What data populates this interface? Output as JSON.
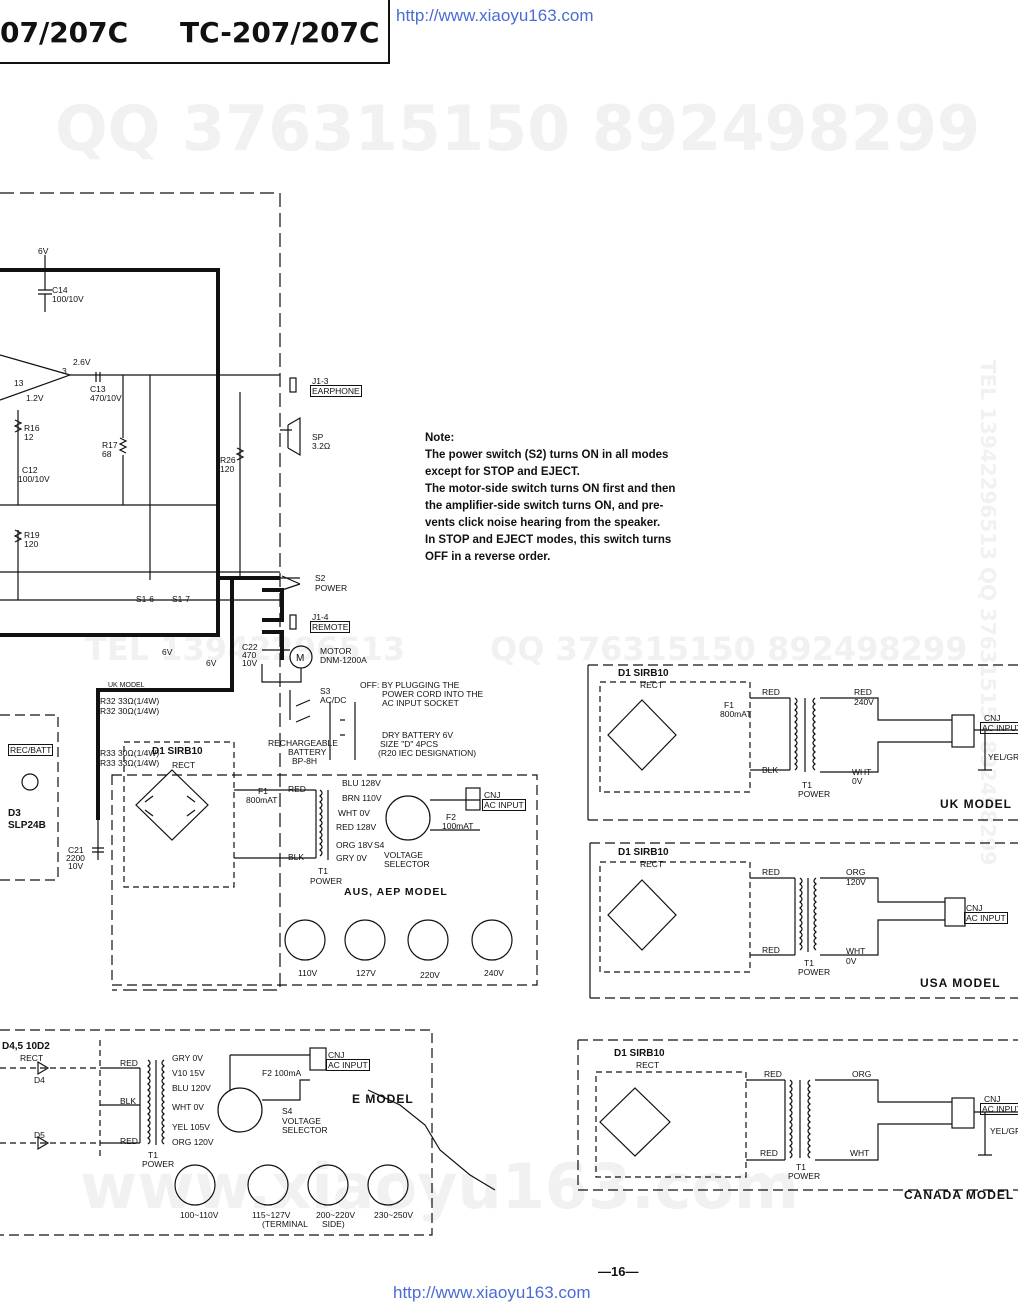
{
  "header": {
    "title_left": "07/207C",
    "title_right": "TC-207/207C",
    "url_top": "http://www.xiaoyu163.com",
    "url_bottom": "http://www.xiaoyu163.com",
    "page_number": "—16—"
  },
  "watermarks": {
    "qq_top": "QQ 376315150   892498299",
    "tel_mid": "TEL 13942296513",
    "qq_mid": "QQ  376315150  892498299",
    "site_bottom": "www.xiaoyu163.com",
    "tel_vertical": "TEL 13942296513   QQ 376315150   892498299"
  },
  "note": {
    "heading": "Note:",
    "lines": [
      "The power switch (S2) turns ON in all modes",
      "except for STOP and EJECT.",
      "The motor-side switch turns ON first and then",
      "the amplifier-side switch turns ON, and pre-",
      "vents click noise hearing from the speaker.",
      "In STOP and EJECT modes, this switch turns",
      "OFF in a reverse order."
    ]
  },
  "main_labels": {
    "v6_top": "6V",
    "c14": "C14",
    "c14_val": "100/10V",
    "v26": "2.6V",
    "n3": "3",
    "n13": "13",
    "v12": "1.2V",
    "c13": "C13",
    "c13_val": "470/10V",
    "j1_3": "J1-3",
    "earphone": "EARPHONE",
    "r16": "R16",
    "r16_val": "12",
    "r17": "R17",
    "r17_val": "68",
    "sp": "SP",
    "sp_val": "3.2Ω",
    "r26": "R26",
    "r26_val": "120",
    "c12": "C12",
    "c12_val": "100/10V",
    "r19": "R19",
    "r19_val": "120",
    "s1_6": "S1-6",
    "s1_7": "S1-7",
    "s2": "S2",
    "power": "POWER",
    "j1_4": "J1-4",
    "remote": "REMOTE",
    "v6_mid": "6V",
    "c22": "C22",
    "c22_val1": "470",
    "c22_val2": "10V",
    "v6_c22": "6V",
    "motor": "MOTOR",
    "motor_model": "DNM-1200A",
    "uk_model_small": "UK MODEL",
    "r32a": "R32  33Ω(1/4W)",
    "r32b": "R32  30Ω(1/4W)",
    "r33a": "R33  30Ω(1/4W)",
    "r33b": "R33  33Ω(1/4W)",
    "s3": "S3",
    "acdc": "AC/DC",
    "off_note1": "OFF: BY PLUGGING THE",
    "off_note2": "POWER CORD INTO THE",
    "off_note3": "AC INPUT SOCKET",
    "rec_batt": "REC/BATT",
    "d3": "D3",
    "slp": "SLP24B",
    "rechargeable1": "RECHARGEABLE",
    "rechargeable2": "BATTERY",
    "rechargeable3": "BP-8H",
    "dry1": "DRY BATTERY 6V",
    "dry2": "SIZE \"D\"  4PCS",
    "dry3": "(R20 IEC DESIGNATION)",
    "d1": "D1  SIRB10",
    "rect": "RECT",
    "f1": "F1",
    "f1_val": "800mAT",
    "red": "RED",
    "blk": "BLK",
    "blu_128": "BLU  128V",
    "brn_110": "BRN  110V",
    "wht_0": "WHT  0V",
    "red_128": "RED  128V",
    "org_18": "ORG  18V",
    "gry_0": "GRY  0V",
    "s4": "S4",
    "voltage_selector1": "VOLTAGE",
    "voltage_selector2": "SELECTOR",
    "cnj": "CNJ",
    "ac_input": "AC INPUT",
    "f2": "F2",
    "f2_val": "100mAT",
    "t1": "T1",
    "t1_power": "POWER",
    "c21": "C21",
    "c21_val1": "2200",
    "c21_val2": "10V",
    "aus_model": "AUS, AEP  MODEL",
    "sel_110": "110V",
    "sel_127": "127V",
    "sel_220": "220V",
    "sel_240": "240V"
  },
  "uk_block": {
    "d1": "D1  SIRB10",
    "rect": "RECT",
    "f1": "F1",
    "f1_val": "800mAT",
    "red1": "RED",
    "red2": "RED",
    "v240": "240V",
    "blk": "BLK",
    "wht": "WHT",
    "v0": "0V",
    "t1": "T1",
    "power": "POWER",
    "cnj": "CNJ",
    "ac_input": "AC INPUT",
    "yel": "YEL/GR",
    "model": "UK  MODEL"
  },
  "usa_block": {
    "d1": "D1  SIRB10",
    "rect": "RECT",
    "red": "RED",
    "org": "ORG",
    "v120": "120V",
    "red2": "RED",
    "wht": "WHT",
    "v0": "0V",
    "t1": "T1",
    "power": "POWER",
    "cnj": "CNJ",
    "ac_input": "AC INPUT",
    "model": "USA  MODEL"
  },
  "canada_block": {
    "d1": "D1  SIRB10",
    "rect": "RECT",
    "red": "RED",
    "org": "ORG",
    "red2": "RED",
    "wht": "WHT",
    "t1": "T1",
    "power": "POWER",
    "cnj": "CNJ",
    "ac_input": "AC INPUT",
    "yel": "YEL/GR",
    "model": "CANADA   MODEL"
  },
  "e_block": {
    "d45": "D4,5  10D2",
    "rect": "RECT",
    "d4": "D4",
    "d5": "D5",
    "red1": "RED",
    "blk": "BLK",
    "red2": "RED",
    "gry": "GRY  0V",
    "v10": "V10  15V",
    "blu": "BLU  120V",
    "wht": "WHT  0V",
    "yel": "YEL  105V",
    "org": "ORG  120V",
    "f2": "F2  100mA",
    "cnj": "CNJ",
    "ac_input": "AC INPUT",
    "s4": "S4",
    "vs1": "VOLTAGE",
    "vs2": "SELECTOR",
    "t1": "T1",
    "power": "POWER",
    "model": "E  MODEL",
    "sel_100": "100~110V",
    "sel_115": "115~127V",
    "terminal": "(TERMINAL",
    "sel_200": "200~220V",
    "side": "SIDE)",
    "sel_230": "230~250V"
  }
}
